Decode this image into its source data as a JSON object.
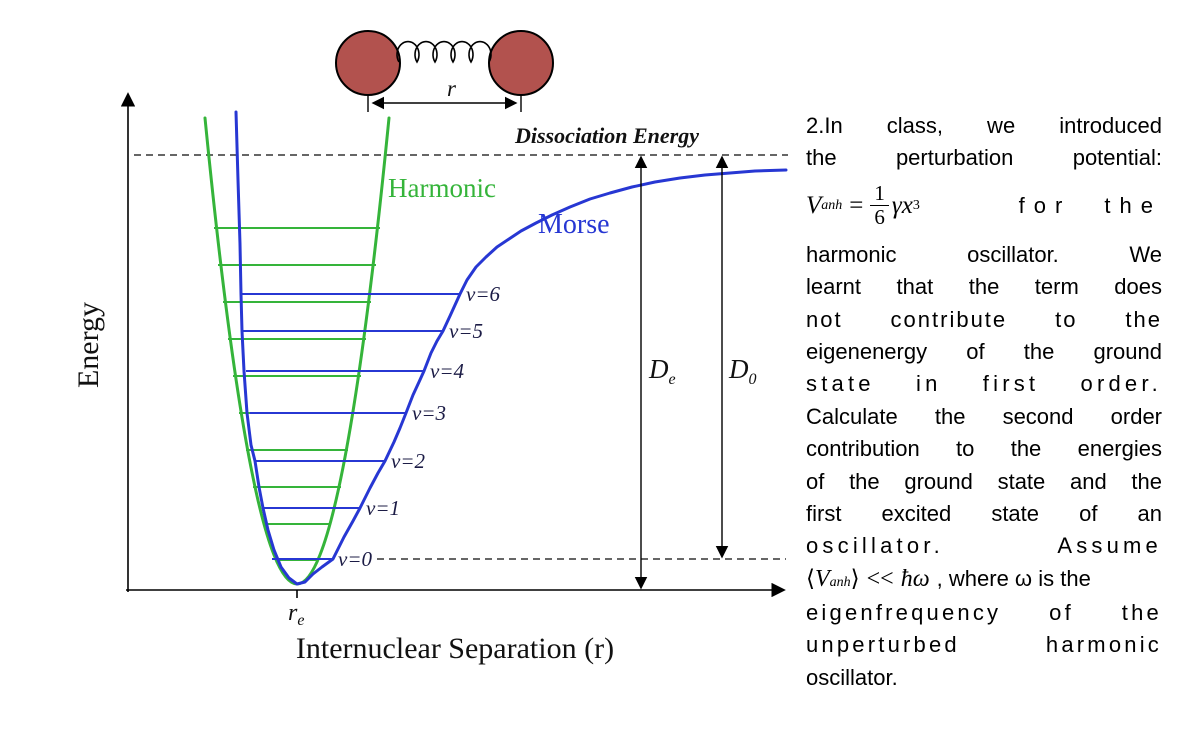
{
  "figure": {
    "energy_axis_label": "Energy",
    "x_axis_label": "Internuclear Separation (r)",
    "dissociation_label": "Dissociation Energy",
    "harmonic_label": "Harmonic",
    "morse_label": "Morse",
    "de_main": "D",
    "de_sub": "e",
    "d0_main": "D",
    "d0_sub": "0",
    "re_main": "r",
    "re_sub": "e",
    "bond_length_label": "r",
    "levels": [
      {
        "label": "v=0"
      },
      {
        "label": "v=1"
      },
      {
        "label": "v=2"
      },
      {
        "label": "v=3"
      },
      {
        "label": "v=4"
      },
      {
        "label": "v=5"
      },
      {
        "label": "v=6"
      }
    ],
    "colors": {
      "harmonic": "#35b43a",
      "morse": "#2737d3",
      "atom": "#b2524e"
    }
  },
  "chart_data": {
    "type": "line",
    "title": "",
    "xlabel": "Internuclear Separation (r)",
    "ylabel": "Energy",
    "grid": false,
    "numeric_axes": false,
    "series": [
      {
        "name": "Harmonic",
        "color": "#35b43a"
      },
      {
        "name": "Morse",
        "color": "#2737d3"
      }
    ],
    "vibrational_levels": [
      "v=0",
      "v=1",
      "v=2",
      "v=3",
      "v=4",
      "v=5",
      "v=6"
    ],
    "annotations": [
      "Dissociation Energy",
      "De",
      "D0",
      "re",
      "r"
    ]
  },
  "problem": {
    "lines": [
      "2.In class, we introduced",
      "the perturbation potential:",
      "harmonic oscillator. We",
      "learnt that the term does",
      "not contribute to the",
      "eigenenergy of the ground",
      "state in first order.",
      "Calculate the second order",
      "contribution to the energies",
      "of the ground state and the",
      "first excited state of an",
      "oscillator. Assume",
      "eigenfrequency of the",
      "unperturbed harmonic",
      "oscillator."
    ],
    "formula": {
      "lhs": "V",
      "lhs_sub": "anh",
      "equals": "=",
      "numerator": "1",
      "denominator": "6",
      "rhs": "γx",
      "exponent": "3",
      "tail": "for the"
    },
    "assume": {
      "open": "⟨",
      "v": "V",
      "v_sub": "anh",
      "close": "⟩",
      "rel": "<<",
      "hw": "ħω",
      "tail": ", where ω is the"
    }
  }
}
